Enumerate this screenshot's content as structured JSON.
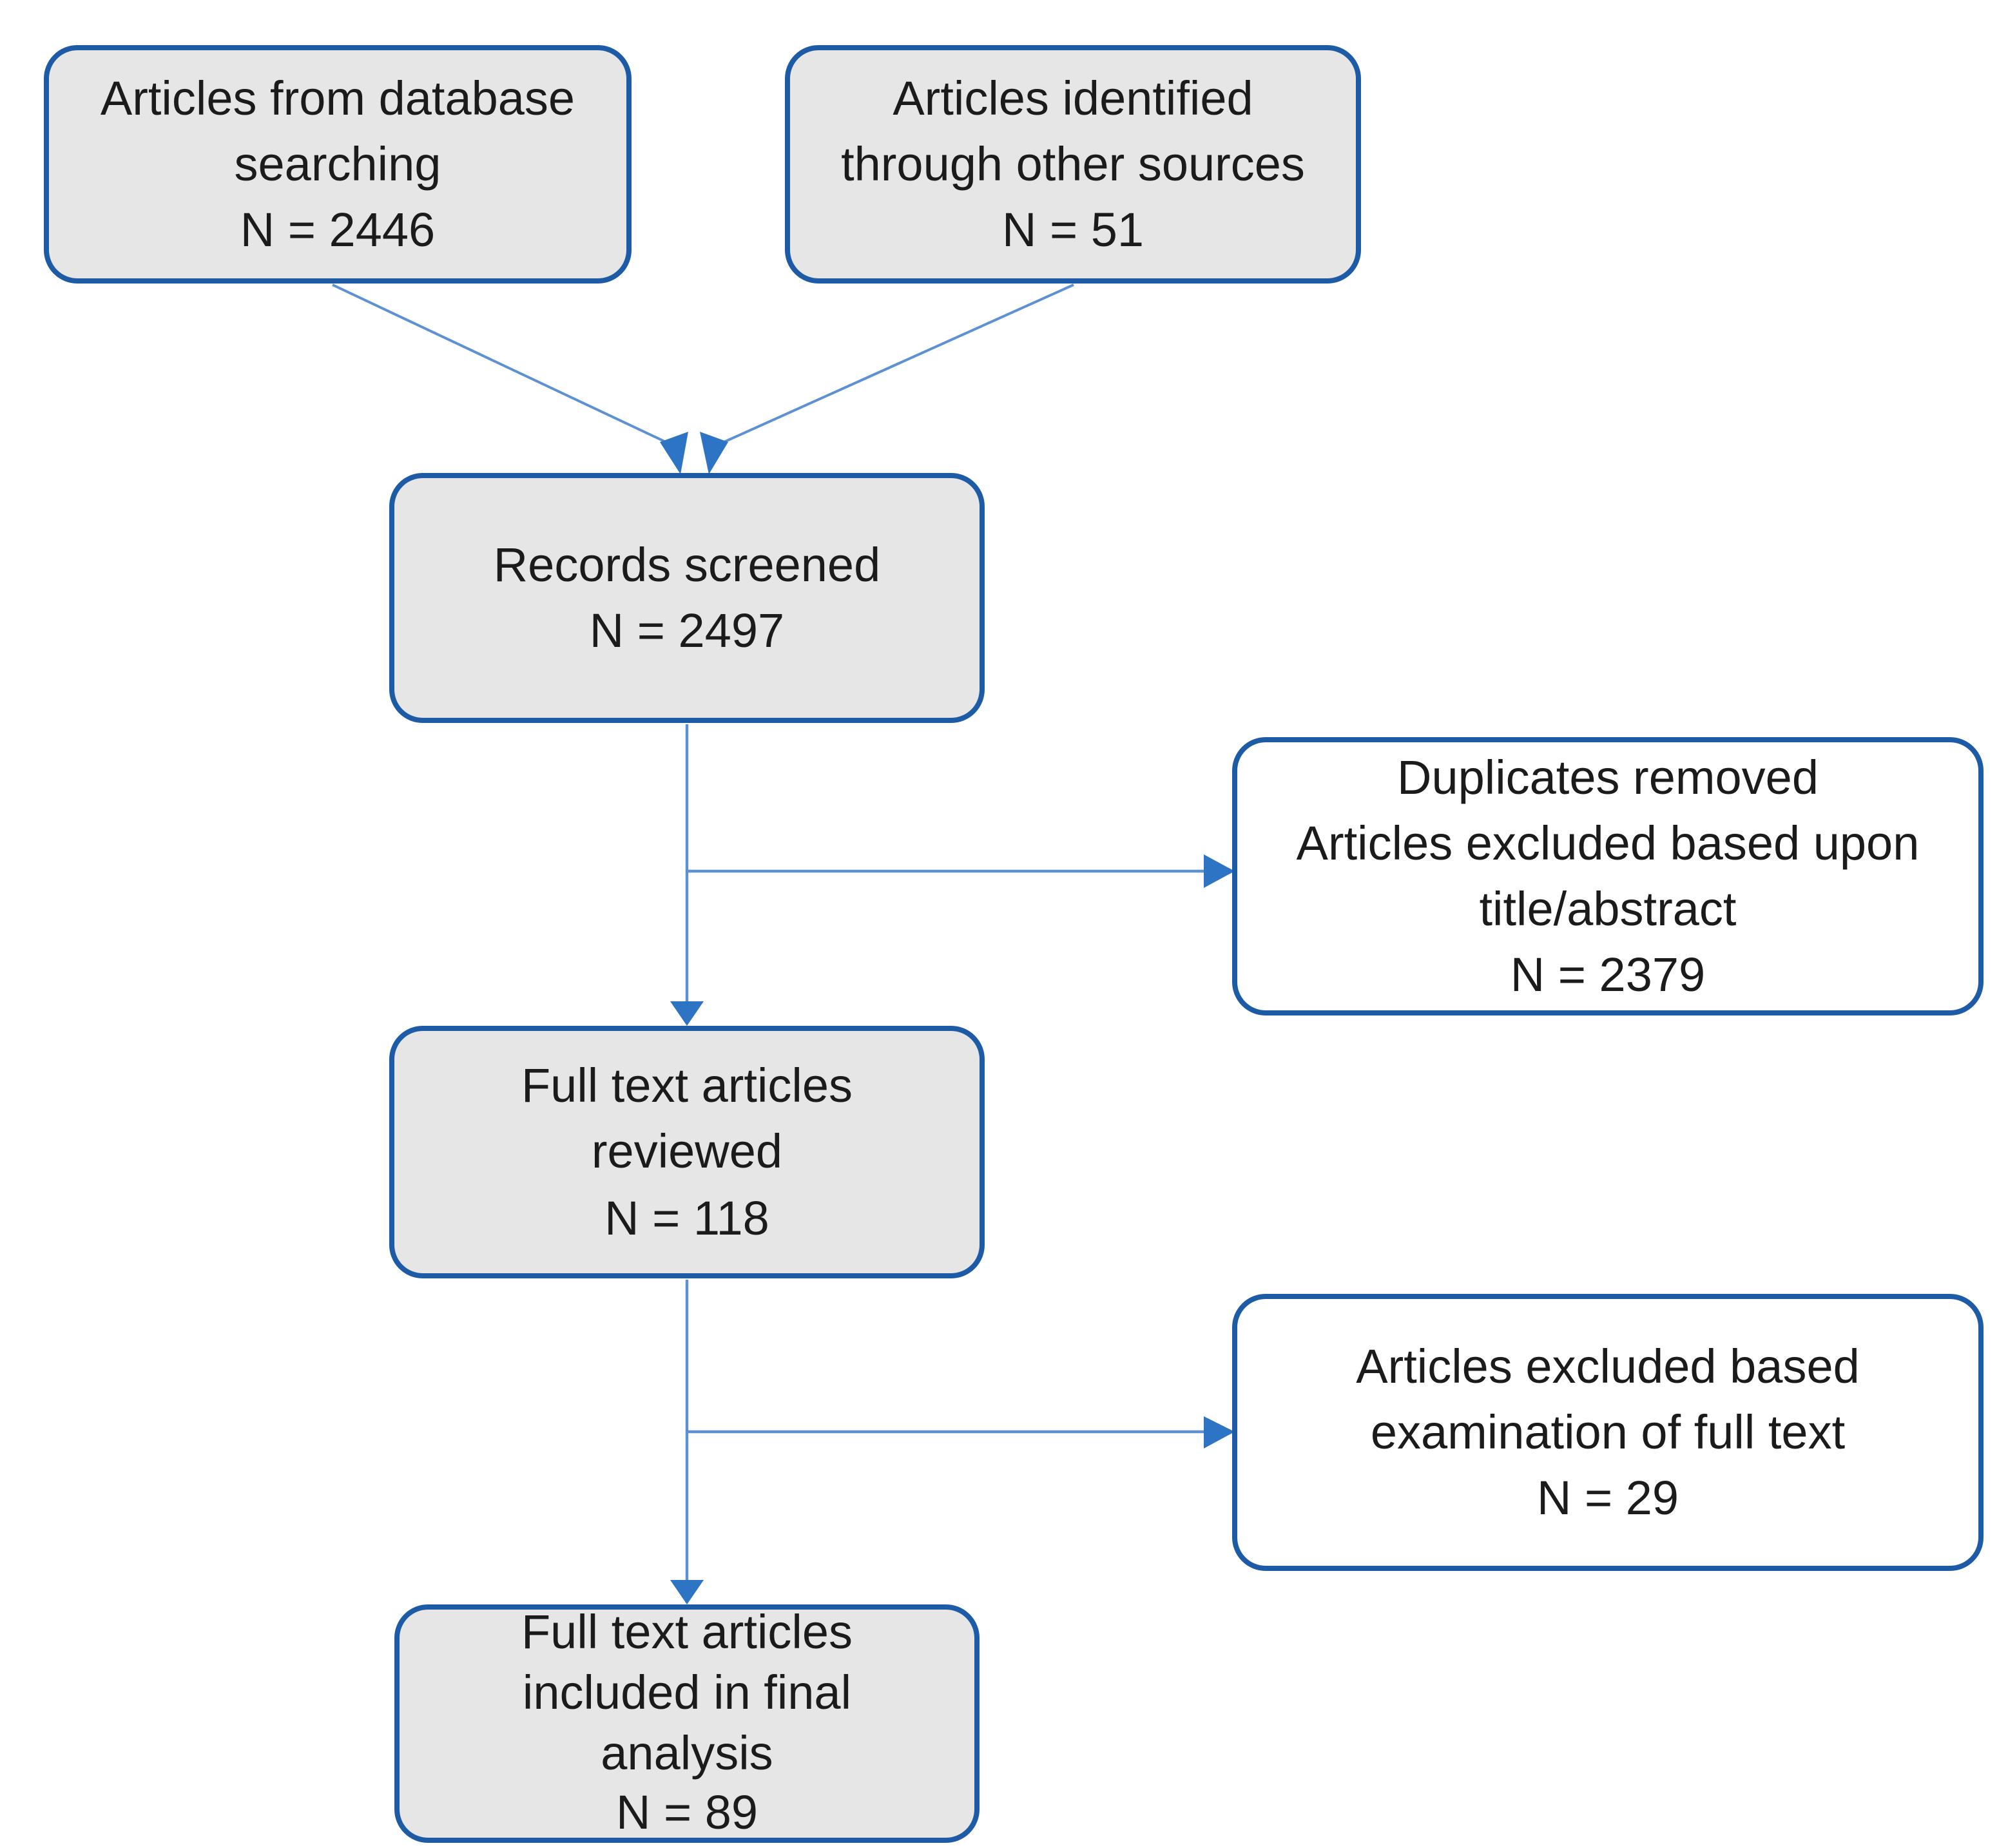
{
  "nodes": {
    "database": {
      "text": "Articles from database\nsearching\nN = 2446"
    },
    "other_sources": {
      "text": "Articles identified\nthrough other sources\nN = 51"
    },
    "screened": {
      "text": "Records screened\nN = 2497"
    },
    "duplicates_removed": {
      "text": "Duplicates removed\nArticles excluded based upon\ntitle/abstract\nN = 2379"
    },
    "full_text_reviewed": {
      "text": "Full text articles\nreviewed\nN = 118"
    },
    "excluded_full_text": {
      "text": "Articles excluded based\nexamination of full text\nN = 29"
    },
    "final_included": {
      "text": "Full text articles\nincluded in final\nanalysis\nN = 89"
    }
  },
  "edges": [
    {
      "from": "database",
      "to": "screened"
    },
    {
      "from": "other_sources",
      "to": "screened"
    },
    {
      "from": "screened",
      "to": "duplicates_removed"
    },
    {
      "from": "screened",
      "to": "full_text_reviewed"
    },
    {
      "from": "full_text_reviewed",
      "to": "excluded_full_text"
    },
    {
      "from": "full_text_reviewed",
      "to": "final_included"
    }
  ],
  "colors": {
    "box_border": "#1e5ba6",
    "box_fill_gray": "#e6e6e6",
    "box_fill_white": "#ffffff",
    "arrow_line": "#5e91d4",
    "arrow_head": "#2d74c4",
    "text_color": "#1b1b1b"
  }
}
